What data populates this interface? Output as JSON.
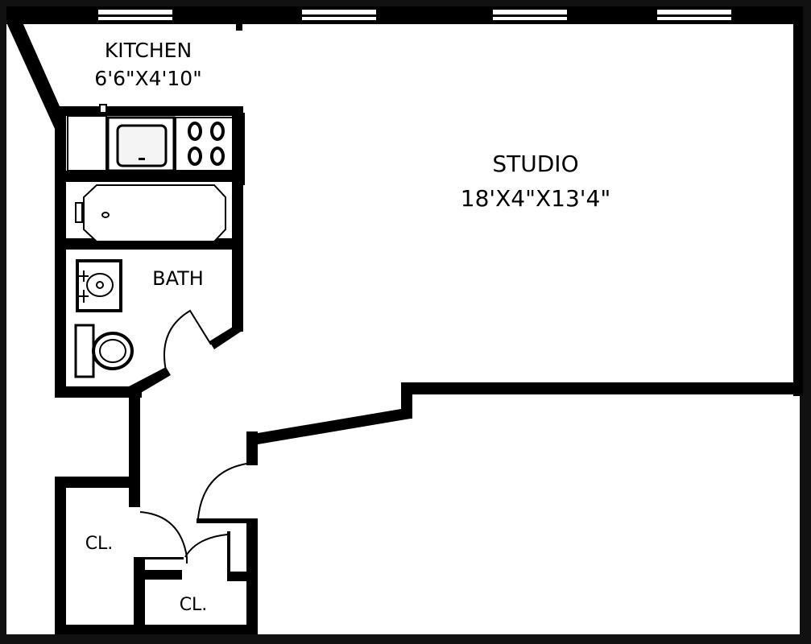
{
  "diagram": {
    "type": "floor-plan",
    "colors": {
      "frame": "#111111",
      "wall": "#000000",
      "floor": "#ffffff"
    },
    "rooms": [
      {
        "id": "kitchen",
        "name": "KITCHEN",
        "dimensions": "6'6\"X4'10\""
      },
      {
        "id": "studio",
        "name": "STUDIO",
        "dimensions": "18'X4\"X13'4\""
      },
      {
        "id": "bath",
        "name": "BATH"
      },
      {
        "id": "closet-1",
        "name": "CL."
      },
      {
        "id": "closet-2",
        "name": "CL."
      }
    ],
    "windows": 4,
    "fixtures": [
      "refrigerator",
      "sink",
      "stove",
      "bathtub",
      "bathroom-sink",
      "toilet"
    ],
    "doors": [
      "bath-door",
      "entry-door",
      "closet-1-door",
      "closet-2-door"
    ]
  }
}
